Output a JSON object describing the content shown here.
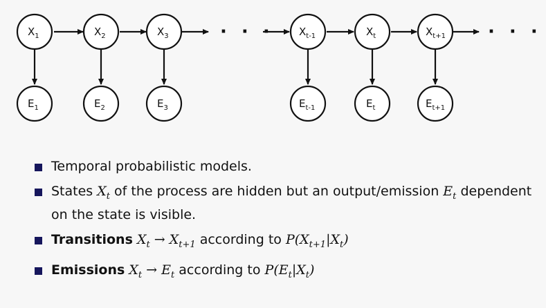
{
  "diagram": {
    "chain_before": [
      {
        "base": "X",
        "sub": "1",
        "emission_base": "E",
        "emission_sub": "1"
      },
      {
        "base": "X",
        "sub": "2",
        "emission_base": "E",
        "emission_sub": "2"
      },
      {
        "base": "X",
        "sub": "3",
        "emission_base": "E",
        "emission_sub": "3"
      }
    ],
    "chain_after": [
      {
        "base": "X",
        "sub": "t-1",
        "emission_base": "E",
        "emission_sub": "t-1"
      },
      {
        "base": "X",
        "sub": "t",
        "emission_base": "E",
        "emission_sub": "t"
      },
      {
        "base": "X",
        "sub": "t+1",
        "emission_base": "E",
        "emission_sub": "t+1"
      }
    ],
    "ellipsis": "· · ·",
    "trailing_ellipsis": "· · ·"
  },
  "bullets": {
    "item1": "Temporal probabilistic models.",
    "item2": {
      "pre": "States ",
      "var_base": "X",
      "var_sub": "t",
      "mid": " of the process are hidden but an output/emission ",
      "var2_base": "E",
      "var2_sub": "t",
      "post": " dependent on the state is visible."
    },
    "item3": {
      "bold": "Transitions",
      "from_base": "X",
      "from_sub": "t",
      "arrow": "→",
      "to_base": "X",
      "to_sub": "t+1",
      "mid": " according to ",
      "prob": "P(X",
      "prob_sub": "t+1",
      "prob_bar": "|X",
      "prob_sub2": "t",
      "prob_close": ")"
    },
    "item4": {
      "bold": "Emissions",
      "from_base": "X",
      "from_sub": "t",
      "arrow": "→",
      "to_base": "E",
      "to_sub": "t",
      "mid": " according to ",
      "prob": "P(E",
      "prob_sub": "t",
      "prob_bar": "|X",
      "prob_sub2": "t",
      "prob_close": ")"
    }
  }
}
